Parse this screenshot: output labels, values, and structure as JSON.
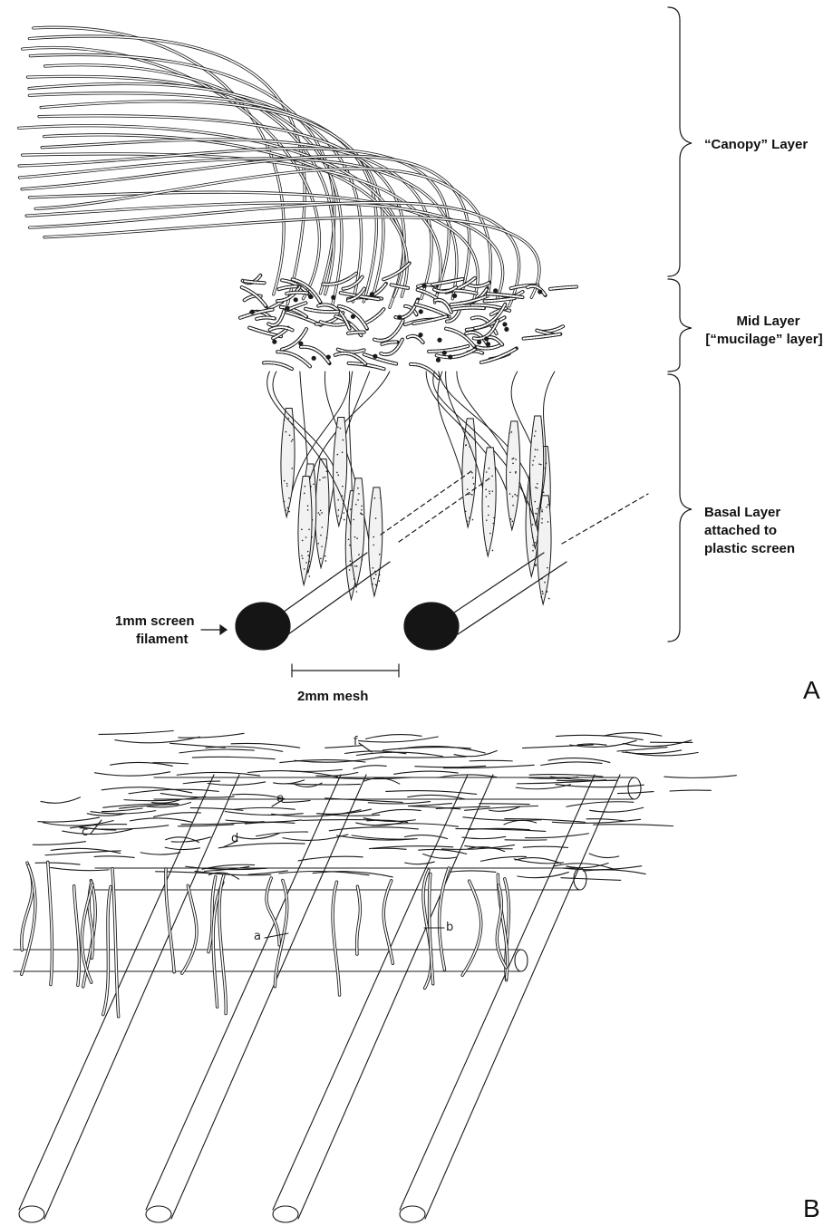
{
  "panel_a": {
    "letter": "A",
    "canopy_label": "“Canopy” Layer",
    "mid_label_1": "Mid Layer",
    "mid_label_2": "[“mucilage” layer]",
    "basal_label_1": "Basal Layer",
    "basal_label_2": "attached to",
    "basal_label_3": "plastic screen",
    "filament_label_1": "1mm screen",
    "filament_label_2": "filament",
    "mesh_label": "2mm mesh"
  },
  "panel_b": {
    "letter": "B",
    "callouts": [
      "a",
      "b",
      "c",
      "d",
      "e",
      "f"
    ]
  },
  "colors": {
    "ink": "#1a1a1a",
    "paper": "#ffffff",
    "dark_fill": "#151515"
  }
}
